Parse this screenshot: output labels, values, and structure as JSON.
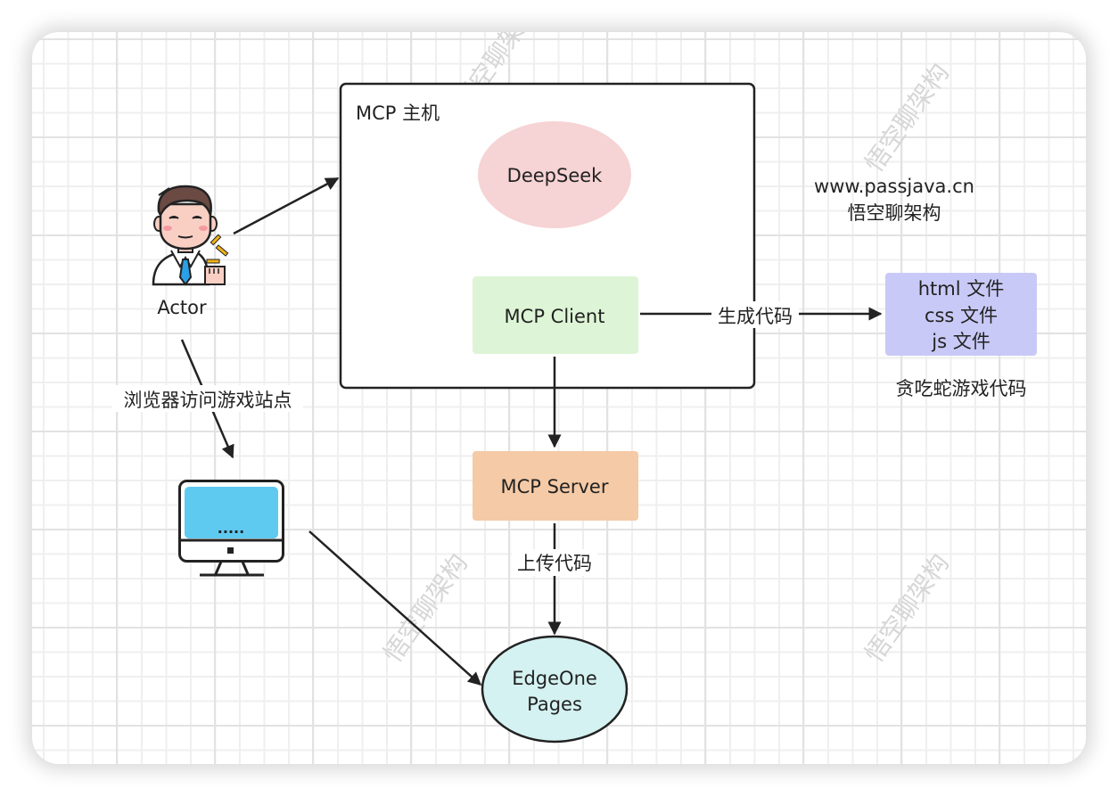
{
  "diagram": {
    "title": "MCP 主机",
    "nodes": {
      "actor": {
        "label": "Actor",
        "icon": "person-icon"
      },
      "host": {
        "label": "MCP 主机"
      },
      "deepseek": {
        "label": "DeepSeek",
        "color": "#f6d3d4"
      },
      "client": {
        "label": "MCP Client",
        "color": "#ddf5d6"
      },
      "server": {
        "label": "MCP Server",
        "color": "#f5caa6"
      },
      "edgeone": {
        "line1": "EdgeOne",
        "line2": "Pages",
        "color": "#d4f2f1"
      },
      "files": {
        "lines": [
          "html 文件",
          "css 文件",
          "js 文件"
        ],
        "color": "#c9c9f7",
        "caption": "贪吃蛇游戏代码"
      },
      "monitor": {
        "screen_text": ".....",
        "icon": "monitor-icon",
        "screen_color": "#5ecaf0"
      }
    },
    "edges": {
      "actor_to_host": {
        "label": ""
      },
      "actor_to_monitor": {
        "label": "浏览器访问游戏站点"
      },
      "client_to_files": {
        "label": "生成代码"
      },
      "client_to_server": {
        "label": ""
      },
      "server_to_edgeone": {
        "label": "上传代码"
      },
      "monitor_to_edgeone": {
        "label": ""
      }
    },
    "brand": {
      "url": "www.passjava.cn",
      "name": "悟空聊架构"
    },
    "watermark": "悟空聊架构"
  }
}
